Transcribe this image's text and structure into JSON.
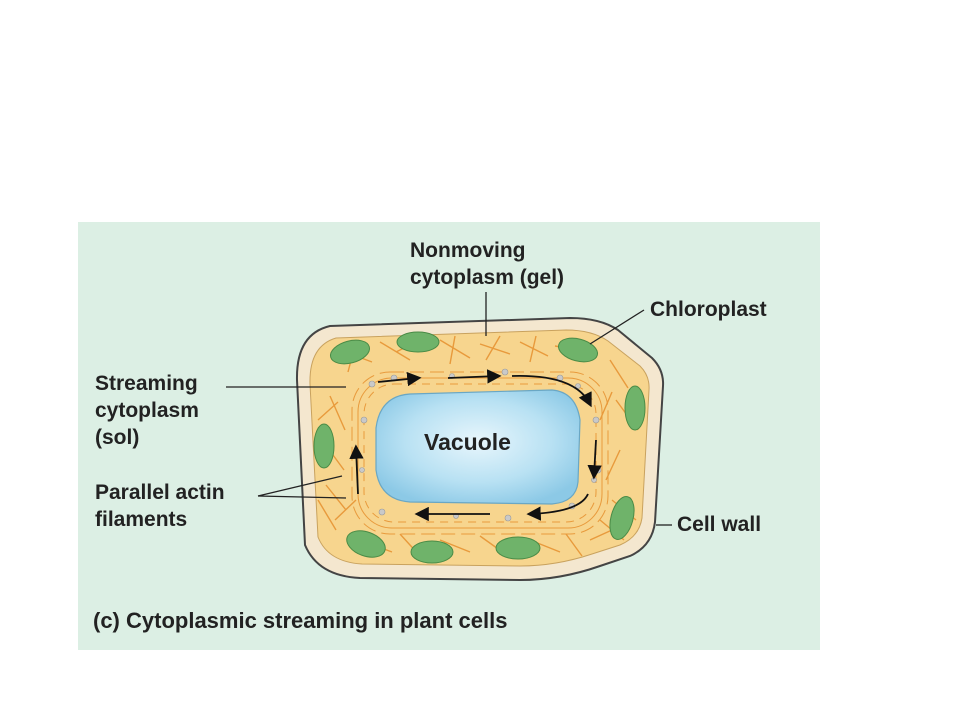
{
  "labels": {
    "nonmoving_line1": "Nonmoving",
    "nonmoving_line2": "cytoplasm (gel)",
    "chloroplast": "Chloroplast",
    "streaming_line1": "Streaming",
    "streaming_line2": "cytoplasm",
    "streaming_line3": "(sol)",
    "vacuole": "Vacuole",
    "actin_line1": "Parallel actin",
    "actin_line2": "filaments",
    "cell_wall": "Cell wall",
    "caption": "(c) Cytoplasmic streaming in plant cells"
  },
  "colors": {
    "panel_background": "#dcefe4",
    "cytoplasm": "#f7d58e",
    "cell_wall": "#f4e7cf",
    "chloroplast": "#6fb36a",
    "vacuole": "#a9d9f0",
    "actin_filament": "#e89a3c",
    "arrow": "#111111"
  }
}
